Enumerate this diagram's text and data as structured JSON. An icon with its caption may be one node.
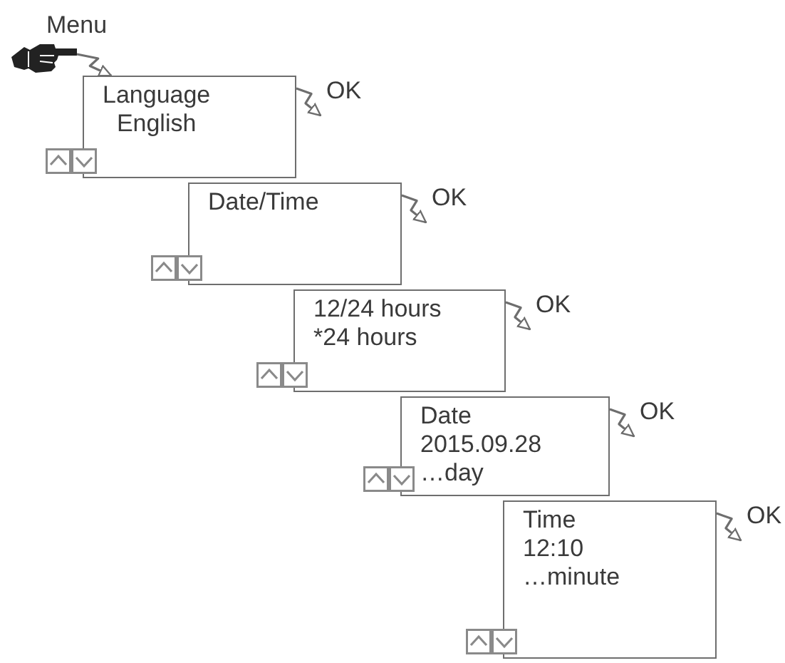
{
  "diagram": {
    "nodes": [
      {
        "text": [],
        "shape": "picture"
      },
      {
        "text": [
          "Language",
          "English"
        ]
      },
      {
        "text": [
          "Date/Time"
        ]
      },
      {
        "text": [
          "12/24 hours",
          "*24 hours"
        ]
      },
      {
        "text": [
          "Date",
          "2015.09.28",
          "…day"
        ]
      },
      {
        "text": [
          "Time",
          "12:10",
          "…minute"
        ]
      }
    ],
    "edges": [
      {
        "from": 0,
        "to": 1,
        "arrow": "to",
        "label": "Menu"
      },
      {
        "from": 1,
        "to": null,
        "arrow": "to",
        "label": "OK"
      },
      {
        "from": 2,
        "to": null,
        "arrow": "to",
        "label": "OK"
      },
      {
        "from": 3,
        "to": null,
        "arrow": "to",
        "label": "OK"
      },
      {
        "from": 4,
        "to": null,
        "arrow": "to",
        "label": "OK"
      },
      {
        "from": 5,
        "to": null,
        "arrow": "to",
        "label": "OK"
      }
    ]
  }
}
